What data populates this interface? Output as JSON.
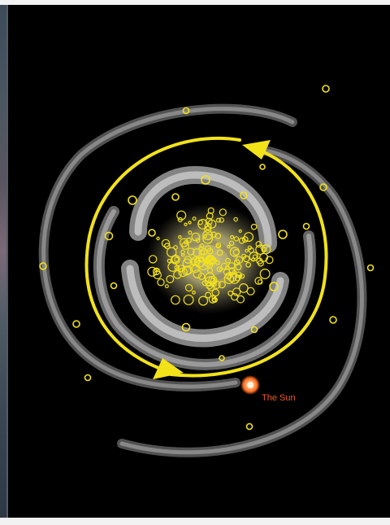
{
  "labels": {
    "sun": "The Sun"
  },
  "colors": {
    "background": "#000000",
    "orbit_arrow": "#f2e21a",
    "star_cluster": "#f2e21a",
    "spiral_arms": "#8a8a8a",
    "sun": "#ff7a2a",
    "sun_label": "#f05a28"
  },
  "icons": {
    "sun_marker": "glowing-orange-dot",
    "orbit_direction": "yellow-circular-arrows"
  }
}
